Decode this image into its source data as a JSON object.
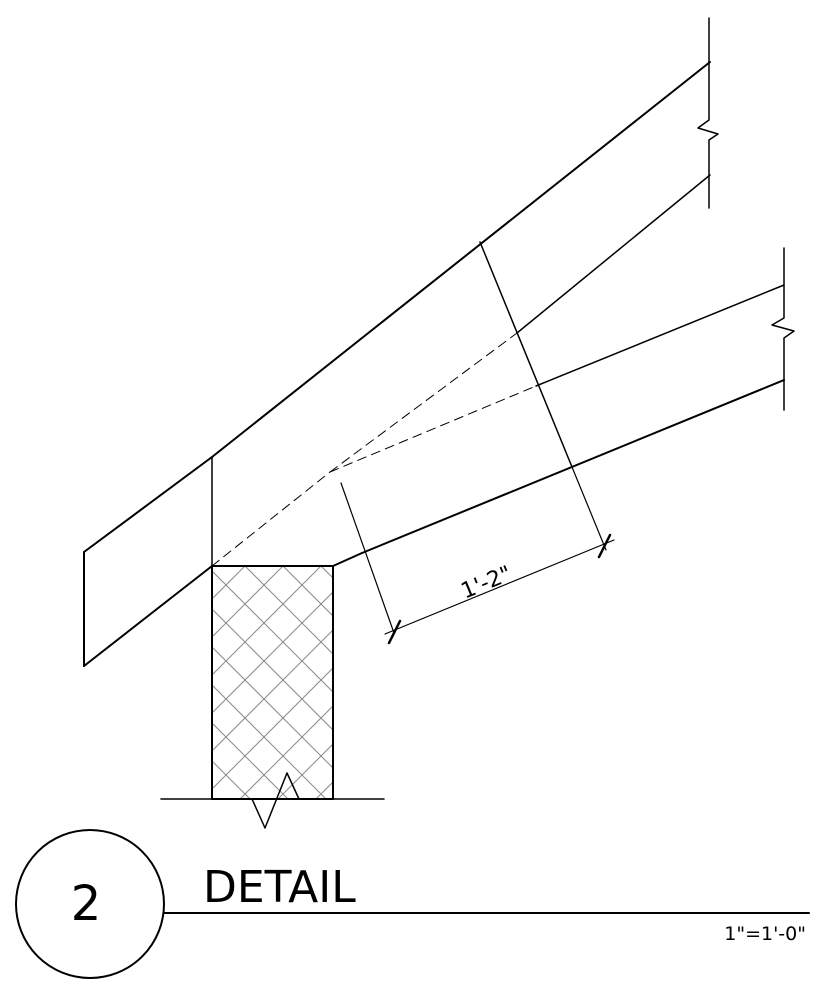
{
  "dimension": {
    "text": "1'-2\""
  },
  "title_block": {
    "number": "2",
    "title": "DETAIL",
    "scale": "1\"=1'-0\""
  },
  "colors": {
    "line": "#000000",
    "hatch": "#8a8a8a",
    "background": "#ffffff"
  }
}
